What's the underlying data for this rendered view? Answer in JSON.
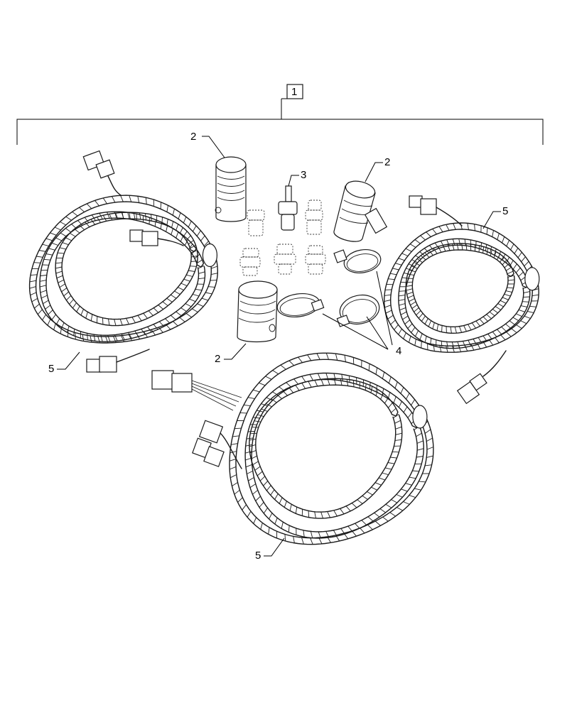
{
  "callouts": {
    "assembly": "1",
    "sleeve_top_left": "2",
    "sleeve_top_right": "2",
    "sleeve_bottom": "2",
    "sensor": "3",
    "clamps": "4",
    "harness_left": "5",
    "harness_right": "5",
    "harness_bottom": "5"
  }
}
